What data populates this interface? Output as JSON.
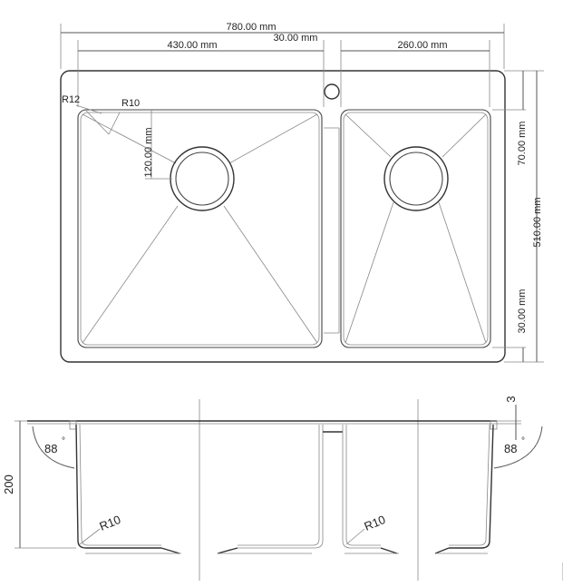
{
  "top_view": {
    "overall_width": "780.00 mm",
    "left_bowl_width": "430.00 mm",
    "divider_width": "30.00 mm",
    "right_bowl_width": "260.00 mm",
    "overall_depth": "510.00 mm",
    "front_margin": "70.00 mm",
    "back_margin": "30.00 mm",
    "drain_offset": "120.00 mm",
    "corner_radius_outer": "R12",
    "corner_radius_inner": "R10"
  },
  "side_view": {
    "height": "200",
    "lip_thickness": "3",
    "wall_angle_left": "88",
    "wall_angle_right": "88",
    "degree_symbol": "°",
    "bottom_radius_left": "R10",
    "bottom_radius_right": "R10"
  },
  "colors": {
    "line": "#333333",
    "text": "#222222"
  }
}
